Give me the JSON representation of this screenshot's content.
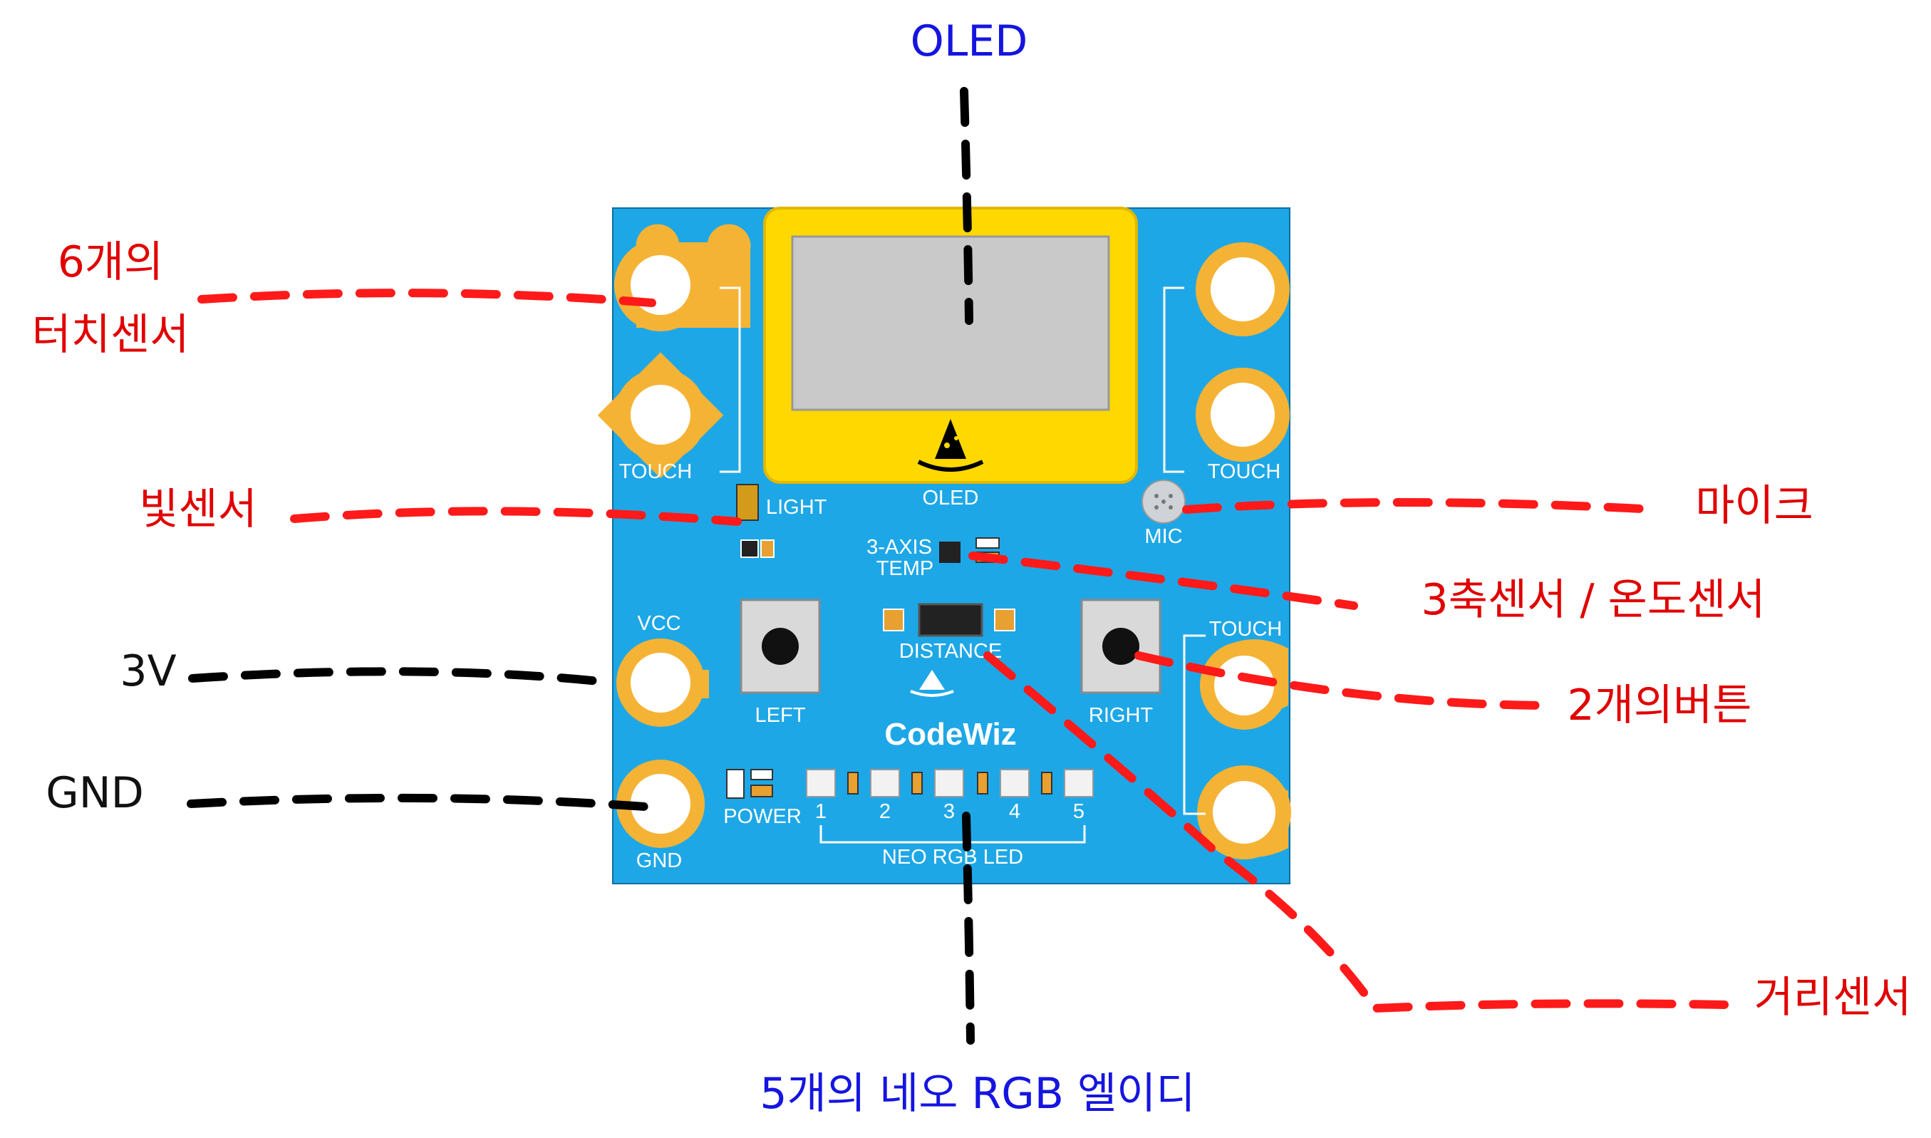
{
  "callouts": {
    "oled": "OLED",
    "touch_line1": "6개의",
    "touch_line2": "터치센서",
    "light": "빛센서",
    "mic": "마이크",
    "axis_temp": "3축센서 / 온도센서",
    "buttons": "2개의버튼",
    "v3": "3V",
    "gnd": "GND",
    "distance": "거리센서",
    "neo": "5개의 네오 RGB 엘이디"
  },
  "board": {
    "touch_left": "TOUCH",
    "touch_right_top": "TOUCH",
    "touch_right_bottom": "TOUCH",
    "oled": "OLED",
    "light": "LIGHT",
    "mic": "MIC",
    "axis_line1": "3-AXIS",
    "axis_line2": "TEMP",
    "distance": "DISTANCE",
    "left": "LEFT",
    "right": "RIGHT",
    "vcc": "VCC",
    "gnd": "GND",
    "power": "POWER",
    "led1": "1",
    "led2": "2",
    "led3": "3",
    "led4": "4",
    "led5": "5",
    "neo_rgb_led": "NEO RGB LED",
    "logo": "CodeWiz"
  },
  "colors": {
    "board": "#1ea7e6",
    "pad": "#f5b335",
    "oled_frame": "#ffd800",
    "oled_screen": "#c9c9c9",
    "callout_red": "#e00000",
    "callout_blue": "#1515e0",
    "dash_red": "#ff1a1a",
    "dash_black": "#000000"
  },
  "icons": [
    "wizard-hat-icon",
    "mic-icon"
  ]
}
